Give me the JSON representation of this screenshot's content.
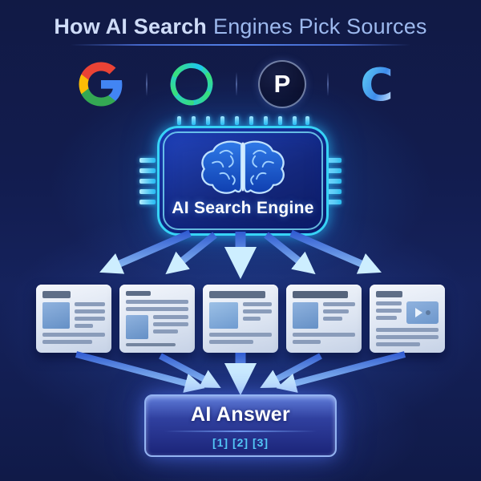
{
  "title": {
    "bold": "How AI Search",
    "regular": "Engines Pick Sources"
  },
  "logos": {
    "items": [
      {
        "id": "google-g-logo",
        "letter": "G"
      },
      {
        "id": "openai-swirl-logo",
        "letter": ""
      },
      {
        "id": "perplexity-p-logo",
        "letter": "P"
      },
      {
        "id": "c-gradient-logo",
        "letter": "C"
      }
    ]
  },
  "chip": {
    "label": "AI Search Engine",
    "icon": "brain-icon"
  },
  "sources": {
    "cards": [
      {
        "kind": "article-thumbnail-left"
      },
      {
        "kind": "article-text-top"
      },
      {
        "kind": "article-wide-header"
      },
      {
        "kind": "article-wide-header"
      },
      {
        "kind": "video-page"
      }
    ]
  },
  "answer": {
    "title": "AI Answer",
    "citations": "[1] [2] [3]"
  },
  "colors": {
    "background": "#121c4e",
    "accent_cyan": "#37d3f6",
    "arrow_blue": "#2e62d9",
    "arrow_light": "#c9ecff",
    "card_bg": "#e9eef7",
    "answer_fill": "#30409f",
    "answer_border": "#93b3f2",
    "citation_cyan": "#53c8f8",
    "title_text": "#9db9ee"
  }
}
